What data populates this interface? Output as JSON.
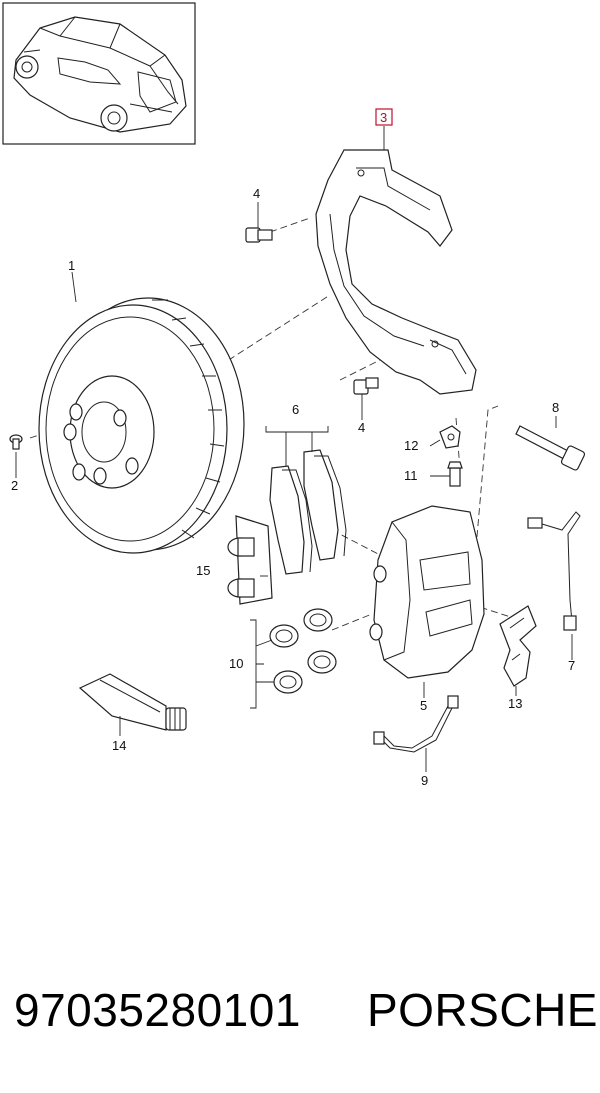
{
  "diagram": {
    "callouts": [
      {
        "id": "c1",
        "text": "1"
      },
      {
        "id": "c2",
        "text": "2"
      },
      {
        "id": "c3",
        "text": "3",
        "highlighted": true
      },
      {
        "id": "c4a",
        "text": "4"
      },
      {
        "id": "c4b",
        "text": "4"
      },
      {
        "id": "c5",
        "text": "5"
      },
      {
        "id": "c6",
        "text": "6"
      },
      {
        "id": "c7",
        "text": "7"
      },
      {
        "id": "c8",
        "text": "8"
      },
      {
        "id": "c9",
        "text": "9"
      },
      {
        "id": "c10",
        "text": "10"
      },
      {
        "id": "c11",
        "text": "11"
      },
      {
        "id": "c12",
        "text": "12"
      },
      {
        "id": "c13",
        "text": "13"
      },
      {
        "id": "c14",
        "text": "14"
      },
      {
        "id": "c15",
        "text": "15"
      }
    ],
    "highlight_color": "#c0102a"
  },
  "footer": {
    "part_number": "97035280101",
    "brand": "PORSCHE"
  }
}
